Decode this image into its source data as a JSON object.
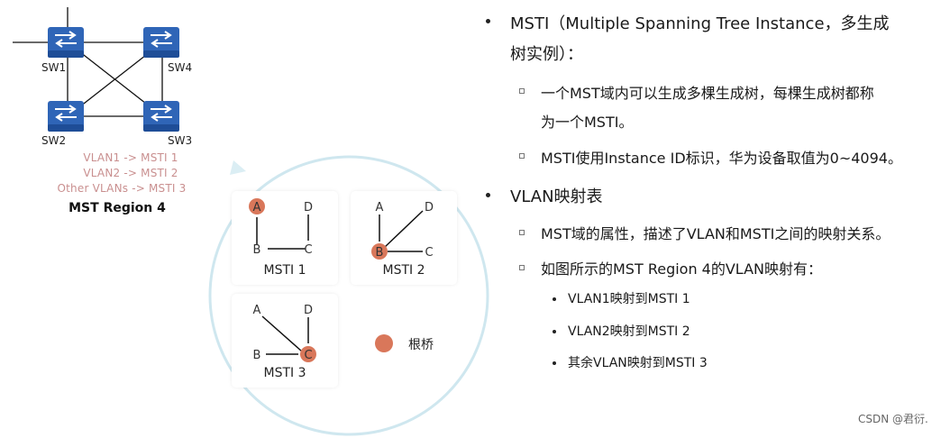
{
  "topology": {
    "switches": [
      "SW1",
      "SW4",
      "SW2",
      "SW3"
    ],
    "vlan_mapping": [
      "VLAN1 -> MSTI 1",
      "VLAN2 -> MSTI 2",
      "Other VLANs -> MSTI 3"
    ],
    "region_name": "MST Region 4",
    "colors": {
      "switch": "#2f65b7",
      "switch_dark": "#1e4d97",
      "mapping_text": "#c98f8f"
    }
  },
  "msti_cards": {
    "msti1": {
      "title": "MSTI 1",
      "nodes": [
        "A",
        "D",
        "B",
        "C"
      ],
      "root": "A"
    },
    "msti2": {
      "title": "MSTI 2",
      "nodes": [
        "A",
        "D",
        "B",
        "C"
      ],
      "root": "B"
    },
    "msti3": {
      "title": "MSTI 3",
      "nodes": [
        "A",
        "D",
        "B",
        "C"
      ],
      "root": "C"
    }
  },
  "legend": {
    "label": "根桥",
    "color": "#d9775a"
  },
  "text": {
    "b1_line1": "MSTI（Multiple Spanning Tree Instance，多生成",
    "b1_line2": "树实例）：",
    "b1_sub1_line1": "一个MST域内可以生成多棵生成树，每棵生成树都称",
    "b1_sub1_line2": "为一个MSTI。",
    "b1_sub2": "MSTI使用Instance ID标识，华为设备取值为0~4094。",
    "b2": "VLAN映射表",
    "b2_sub1": "MST域的属性，描述了VLAN和MSTI之间的映射关系。",
    "b2_sub2": "如图所示的MST Region 4的VLAN映射有：",
    "b2_items": [
      "VLAN1映射到MSTI 1",
      "VLAN2映射到MSTI 2",
      "其余VLAN映射到MSTI 3"
    ]
  },
  "watermark": "CSDN @君衍."
}
